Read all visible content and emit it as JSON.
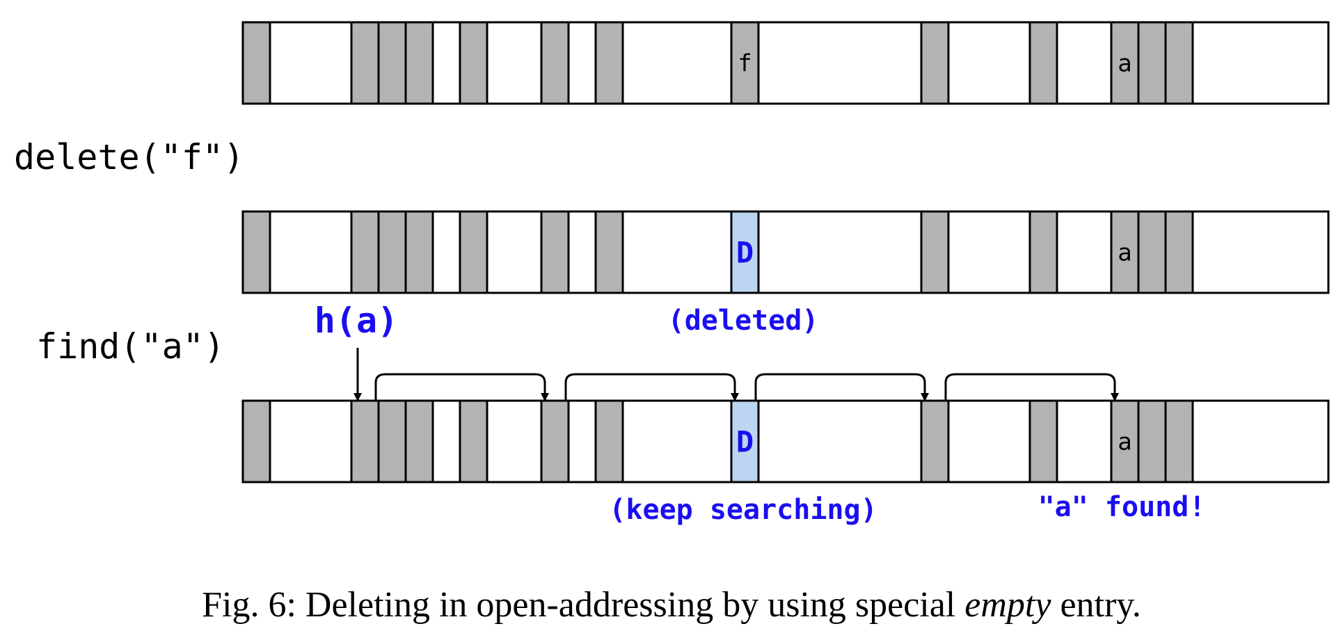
{
  "colors": {
    "occupied": "#b3b3b3",
    "deleted": "#bcd5f0",
    "accent": "#1a0ef0",
    "stroke": "#000000",
    "empty": "#ffffff"
  },
  "operations": {
    "delete_label": "delete(\"f\")",
    "find_label": "find(\"a\")"
  },
  "annotations": {
    "hash": "h(a)",
    "deleted": "(deleted)",
    "keep_searching": "(keep searching)",
    "found": "\"a\" found!"
  },
  "tables": [
    {
      "slots": [
        {
          "index": 0,
          "state": "occupied"
        },
        {
          "index": 4,
          "state": "occupied"
        },
        {
          "index": 5,
          "state": "occupied"
        },
        {
          "index": 6,
          "state": "occupied"
        },
        {
          "index": 8,
          "state": "occupied"
        },
        {
          "index": 11,
          "state": "occupied"
        },
        {
          "index": 13,
          "state": "occupied"
        },
        {
          "index": 18,
          "state": "occupied",
          "label": "f"
        },
        {
          "index": 25,
          "state": "occupied"
        },
        {
          "index": 29,
          "state": "occupied"
        },
        {
          "index": 32,
          "state": "occupied",
          "label": "a"
        },
        {
          "index": 33,
          "state": "occupied"
        },
        {
          "index": 34,
          "state": "occupied"
        }
      ]
    },
    {
      "slots": [
        {
          "index": 0,
          "state": "occupied"
        },
        {
          "index": 4,
          "state": "occupied"
        },
        {
          "index": 5,
          "state": "occupied"
        },
        {
          "index": 6,
          "state": "occupied"
        },
        {
          "index": 8,
          "state": "occupied"
        },
        {
          "index": 11,
          "state": "occupied"
        },
        {
          "index": 13,
          "state": "occupied"
        },
        {
          "index": 18,
          "state": "deleted",
          "label": "D"
        },
        {
          "index": 25,
          "state": "occupied"
        },
        {
          "index": 29,
          "state": "occupied"
        },
        {
          "index": 32,
          "state": "occupied",
          "label": "a"
        },
        {
          "index": 33,
          "state": "occupied"
        },
        {
          "index": 34,
          "state": "occupied"
        }
      ]
    },
    {
      "slots": [
        {
          "index": 0,
          "state": "occupied"
        },
        {
          "index": 4,
          "state": "occupied"
        },
        {
          "index": 5,
          "state": "occupied"
        },
        {
          "index": 6,
          "state": "occupied"
        },
        {
          "index": 8,
          "state": "occupied"
        },
        {
          "index": 11,
          "state": "occupied"
        },
        {
          "index": 13,
          "state": "occupied"
        },
        {
          "index": 18,
          "state": "deleted",
          "label": "D"
        },
        {
          "index": 25,
          "state": "occupied"
        },
        {
          "index": 29,
          "state": "occupied"
        },
        {
          "index": 32,
          "state": "occupied",
          "label": "a"
        },
        {
          "index": 33,
          "state": "occupied"
        },
        {
          "index": 34,
          "state": "occupied"
        }
      ]
    }
  ],
  "probe_sequence": [
    4,
    11,
    18,
    25,
    32
  ],
  "caption": {
    "prefix": "Fig. 6: Deleting in open-addressing by using special ",
    "emphasis": "empty",
    "suffix": " entry."
  }
}
